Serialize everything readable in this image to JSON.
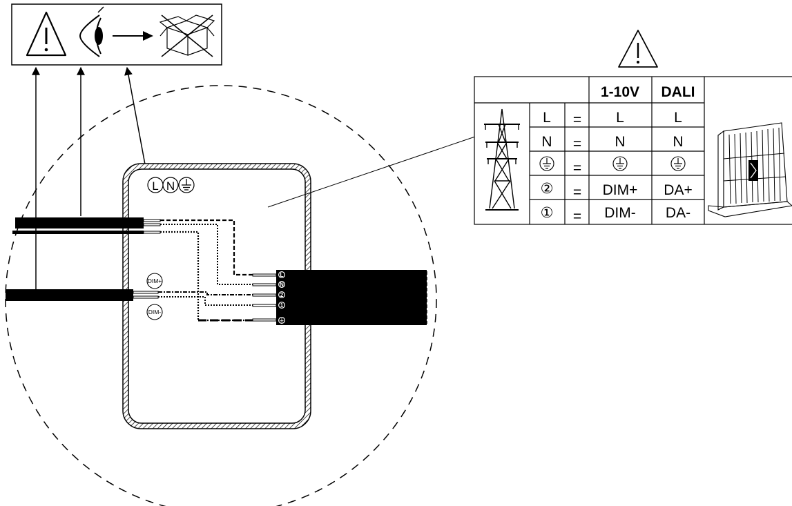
{
  "instruction_icons": {
    "warning": "warning-triangle-icon",
    "inspect": "eye-icon",
    "flow": "arrow-right-icon",
    "reject": "crossed-box-icon"
  },
  "junction_box": {
    "terminals": {
      "line": "L",
      "neutral": "N",
      "earth": "⏚",
      "dim_plus": "DIM+",
      "dim_minus": "DIM-"
    },
    "connector_pins": [
      "L",
      "N",
      "2",
      "1",
      "⏚"
    ]
  },
  "table": {
    "headers": [
      "",
      "",
      "",
      "1-10V",
      "DALI",
      ""
    ],
    "rows": [
      {
        "source": "L",
        "eq": "=",
        "v1_10": "L",
        "dali": "L"
      },
      {
        "source": "N",
        "eq": "=",
        "v1_10": "N",
        "dali": "N"
      },
      {
        "source": "⏚",
        "eq": "=",
        "v1_10": "⏚",
        "dali": "⏚"
      },
      {
        "source": "②",
        "eq": "=",
        "v1_10": "DIM+",
        "dali": "DA+"
      },
      {
        "source": "①",
        "eq": "=",
        "v1_10": "DIM-",
        "dali": "DA-"
      }
    ],
    "left_icon": "power-pylon-icon",
    "right_icon": "floodlight-fixture-icon"
  },
  "colors": {
    "ink": "#000000",
    "paper": "#ffffff"
  }
}
